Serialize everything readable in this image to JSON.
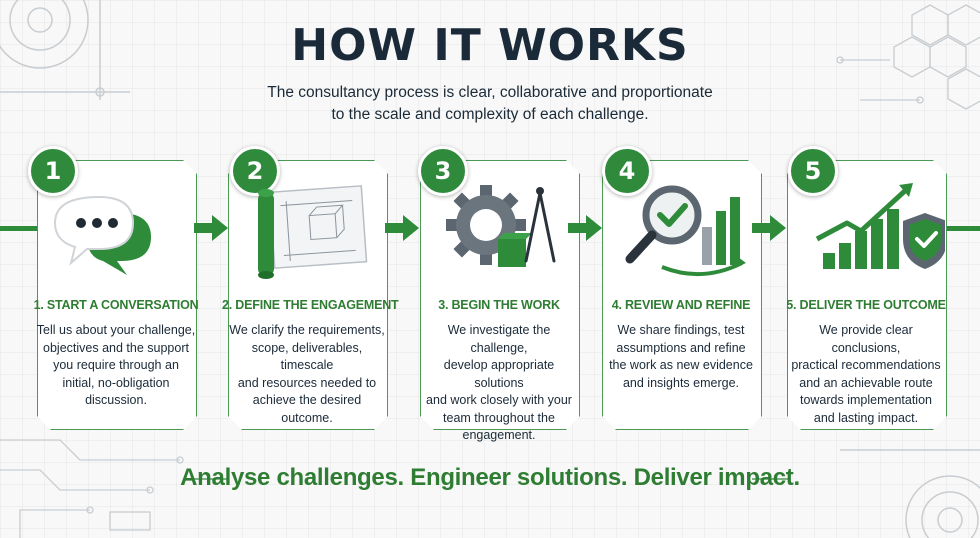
{
  "header": {
    "title": "HOW IT WORKS",
    "subtitle_line1": "The consultancy process is clear, collaborative and proportionate",
    "subtitle_line2": "to the scale and complexity of each challenge."
  },
  "steps": [
    {
      "number": "1",
      "title": "1. START A CONVERSATION",
      "icon": "chat-bubbles-icon",
      "description": [
        "Tell us about your challenge,",
        "objectives and the support",
        "you require through an",
        "initial, no-obligation",
        "discussion."
      ]
    },
    {
      "number": "2",
      "title": "2. DEFINE THE ENGAGEMENT",
      "icon": "blueprint-icon",
      "description": [
        "We clarify the requirements,",
        "scope, deliverables, timescale",
        "and resources needed to",
        "achieve the desired",
        "outcome."
      ]
    },
    {
      "number": "3",
      "title": "3. BEGIN THE WORK",
      "icon": "gear-compass-icon",
      "description": [
        "We investigate the challenge,",
        "develop appropriate solutions",
        "and work closely with your",
        "team throughout the",
        "engagement."
      ]
    },
    {
      "number": "4",
      "title": "4. REVIEW AND REFINE",
      "icon": "magnifier-check-icon",
      "description": [
        "We share findings, test",
        "assumptions and refine",
        "the work as new evidence",
        "and insights emerge."
      ]
    },
    {
      "number": "5",
      "title": "5. DELIVER THE OUTCOME",
      "icon": "growth-shield-icon",
      "description": [
        "We provide clear conclusions,",
        "practical recommendations",
        "and an achievable route",
        "towards implementation",
        "and lasting impact."
      ]
    }
  ],
  "footer": {
    "tagline": "Analyse challenges. Engineer solutions. Deliver impact."
  },
  "colors": {
    "accent_green": "#2e7d32",
    "badge_green": "#2f8a3c",
    "title_navy": "#1b2a38"
  }
}
